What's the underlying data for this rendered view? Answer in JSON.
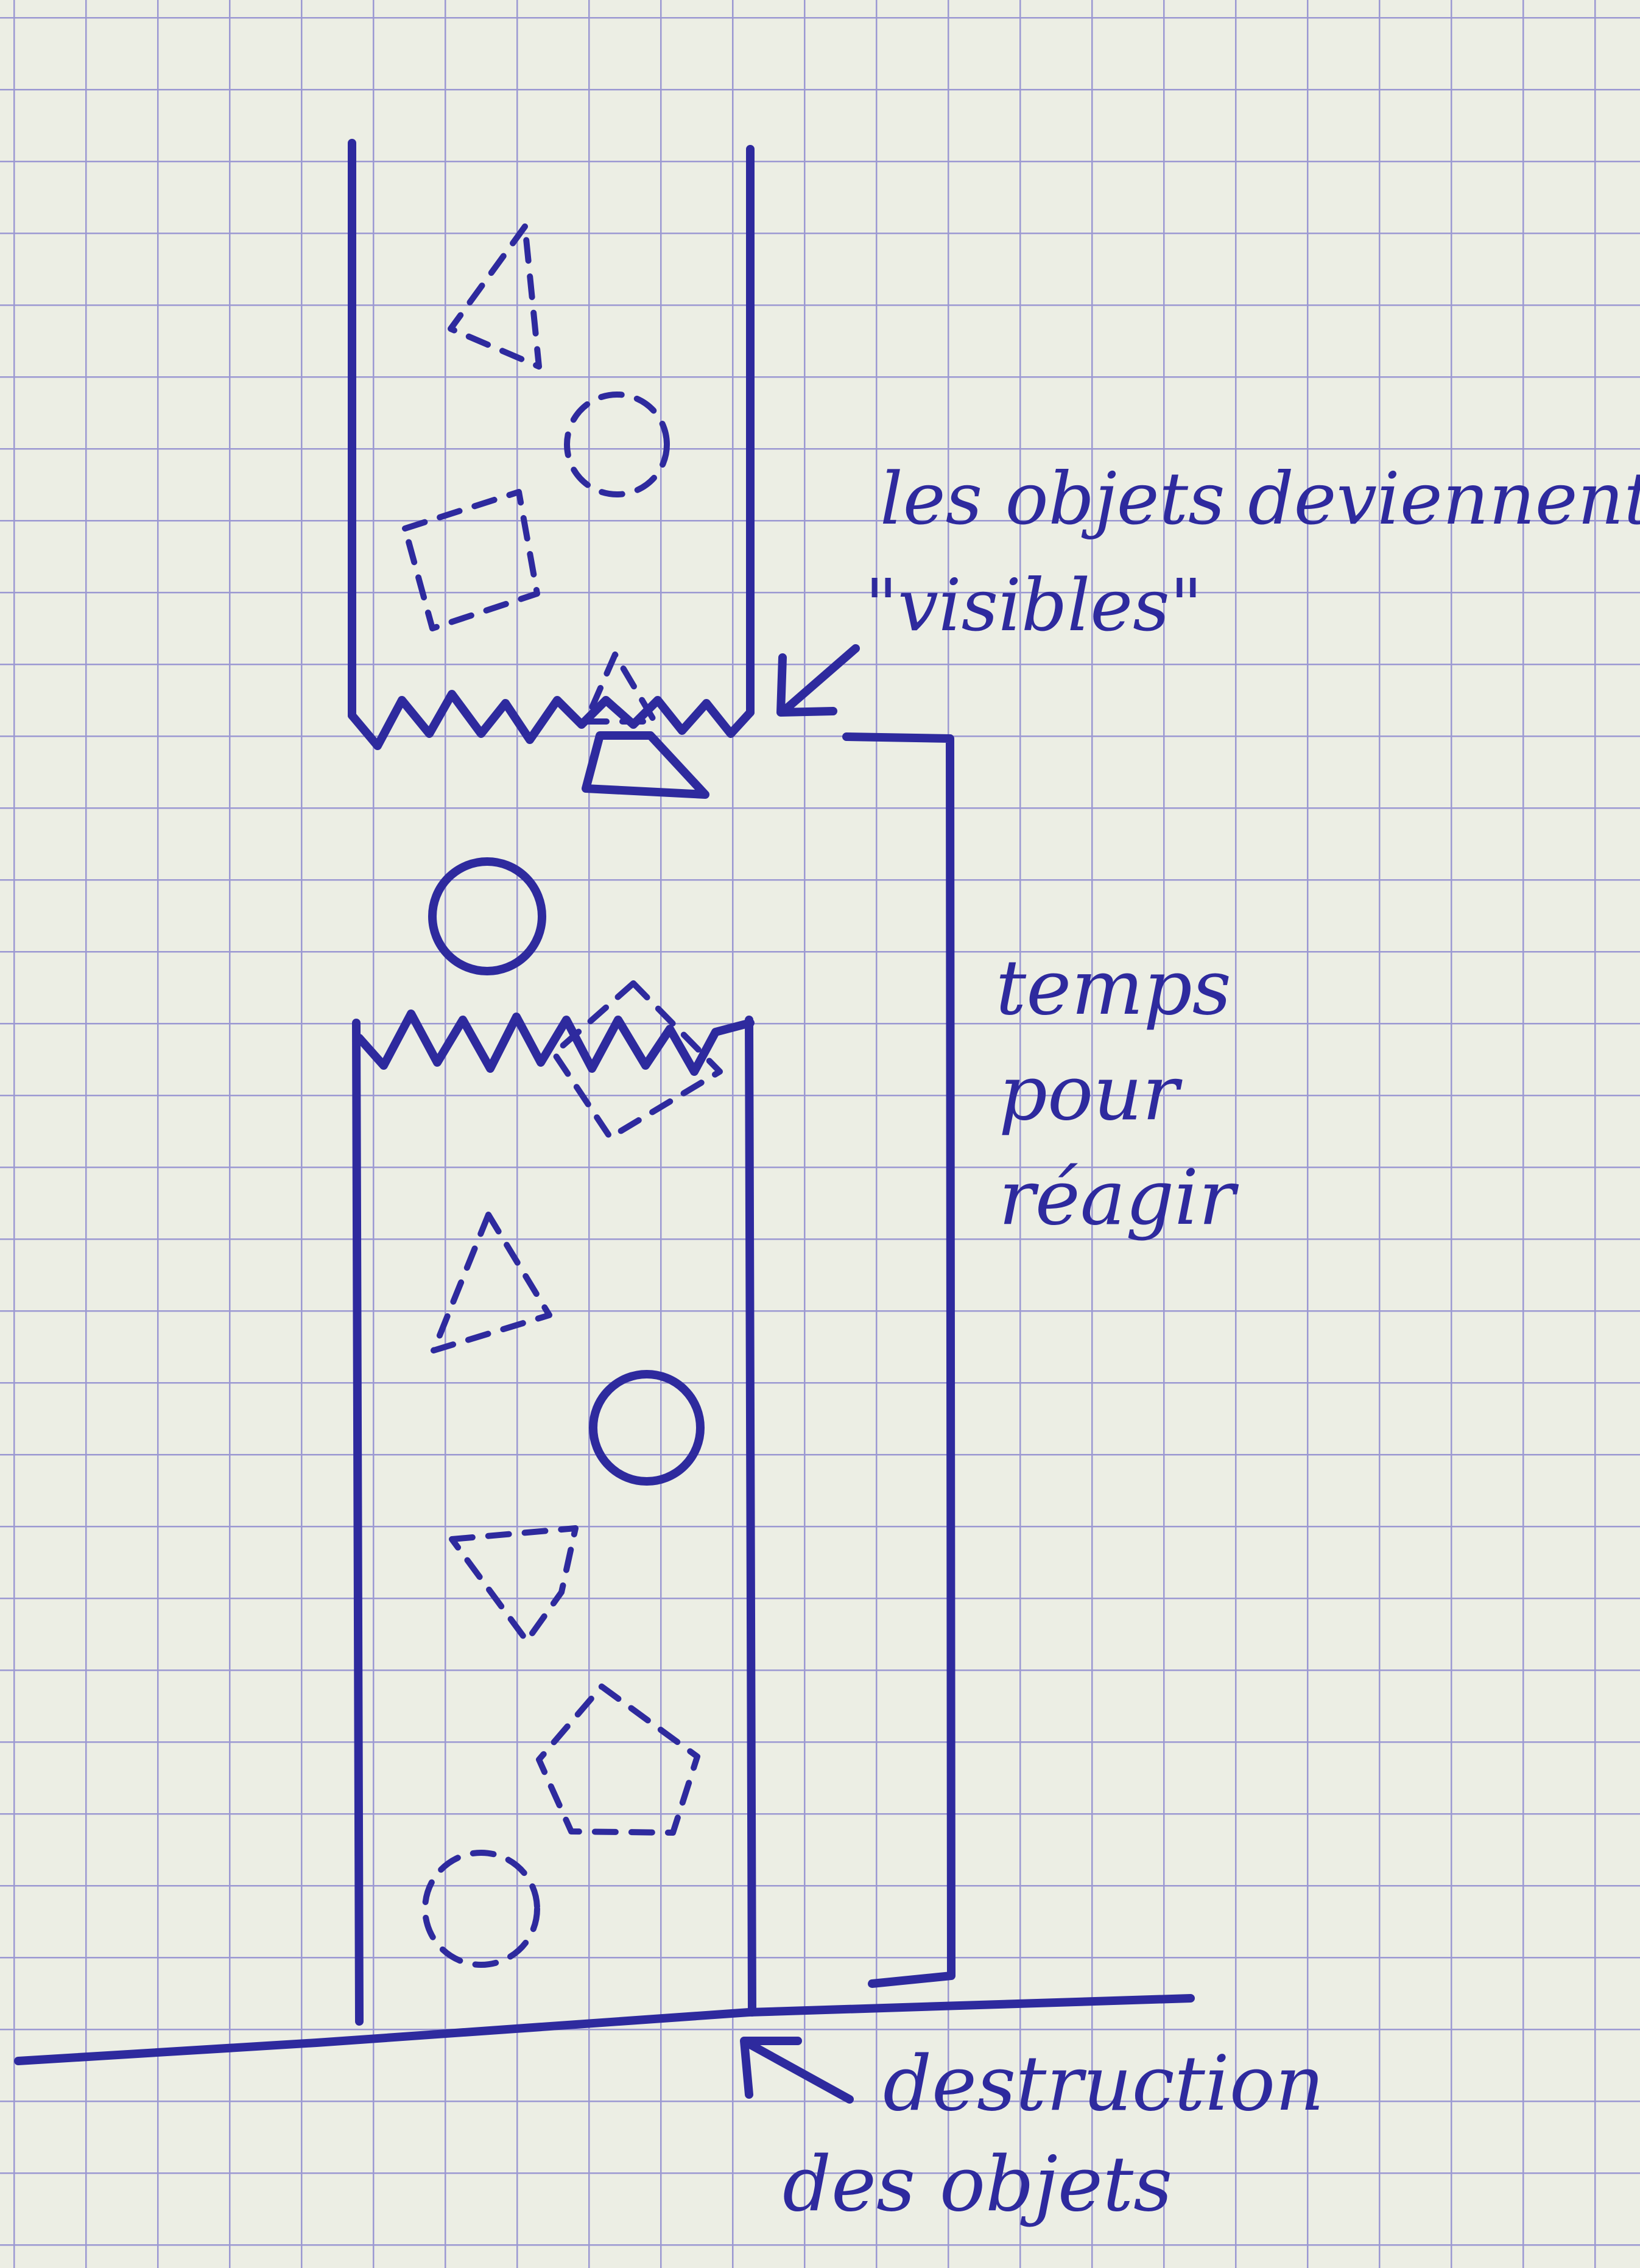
{
  "annotations": {
    "visible_line1": "les objets deviennent",
    "visible_line2": "\"visibles\"",
    "react_line1": "temps",
    "react_line2": "pour",
    "react_line3": "réagir",
    "destroy_line1": "destruction",
    "destroy_line2": "des objets"
  },
  "colors": {
    "paper": "#eceee4",
    "grid": "#9b98d2",
    "ink": "#2e2a9e"
  }
}
